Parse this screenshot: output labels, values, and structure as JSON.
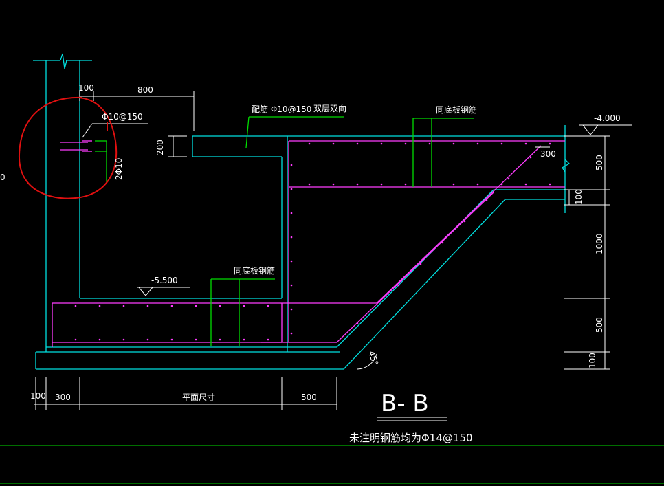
{
  "colors": {
    "background": "#000000",
    "outline": "#00e0e0",
    "rebar": "#ff3cff",
    "dimension": "#ffffff",
    "leader": "#00dd00",
    "markup": "#e01010",
    "note": "#ffffff"
  },
  "dims": {
    "top_100": "100",
    "top_800": "800",
    "left_200": "200",
    "right_500": "500",
    "right_100": "100",
    "right_1000": "1000",
    "right_500b": "500",
    "right_100b": "100",
    "bottom_100": "100",
    "bottom_300": "300",
    "bottom_plan": "平面尺寸",
    "bottom_500": "500",
    "slope_300": "300",
    "left_cut": "0"
  },
  "labels": {
    "phi10_150": "Φ10@150",
    "two_phi10": "2Φ10",
    "rebar_note": "配筋 Φ10@150",
    "double_layer": "双层双向",
    "same_bottom_1": "同底板钢筋",
    "same_bottom_2": "同底板钢筋",
    "elev_top": "-4.000",
    "elev_bottom": "-5.500",
    "angle": "45°"
  },
  "section": {
    "title": "B- B",
    "note": "未注明钢筋均为Φ14@150"
  },
  "icons": {
    "break_symbol": "break-line-icon",
    "elevation": "elevation-triangle-icon"
  }
}
